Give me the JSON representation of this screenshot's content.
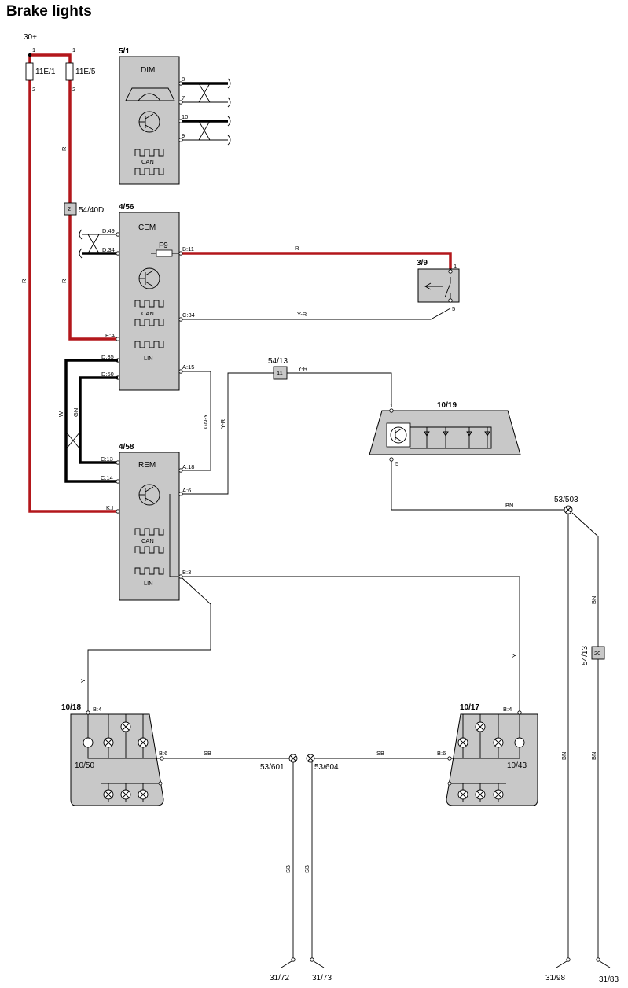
{
  "title": "Brake lights",
  "supply": {
    "label": "30+"
  },
  "fuses": [
    {
      "id": "11E/1",
      "pin_in": "1",
      "pin_out": "2"
    },
    {
      "id": "11E/5",
      "pin_in": "1",
      "pin_out": "2"
    }
  ],
  "connectors": {
    "c54_40d": {
      "id": "54/40D",
      "pin": "2"
    },
    "c54_13a": {
      "id": "54/13",
      "pin": "11"
    },
    "c54_13b": {
      "id": "54/13",
      "pin": "20"
    }
  },
  "modules": {
    "dim": {
      "id": "5/1",
      "name": "DIM",
      "can": "CAN",
      "pins": [
        "8",
        "7",
        "10",
        "9"
      ]
    },
    "cem": {
      "id": "4/56",
      "name": "CEM",
      "fuse": "F9",
      "can": "CAN",
      "lin": "LIN",
      "pins": [
        "D:49",
        "D:34",
        "B:11",
        "C:34",
        "E:A",
        "D:35",
        "D:50",
        "A:15"
      ]
    },
    "rem": {
      "id": "4/58",
      "name": "REM",
      "can": "CAN",
      "lin": "LIN",
      "pins": [
        "C:13",
        "C:14",
        "K:I",
        "A:18",
        "A:6",
        "B:3"
      ]
    },
    "switch": {
      "id": "3/9",
      "pins": [
        "1",
        "5"
      ]
    },
    "hmsl": {
      "id": "10/19",
      "pins": [
        "1",
        "5"
      ]
    },
    "lamp_left": {
      "id": "10/18",
      "sub": "10/50",
      "pins": [
        "B:4",
        "B:6"
      ]
    },
    "lamp_right": {
      "id": "10/17",
      "sub": "10/43",
      "pins": [
        "B:4",
        "B:6"
      ]
    }
  },
  "wire_colors": {
    "r": "R",
    "yr": "Y-R",
    "gny": "GN-Y",
    "w": "W",
    "gn": "GN",
    "y": "Y",
    "sb": "SB",
    "bn": "BN"
  },
  "grounds": {
    "splices": [
      "53/503",
      "53/601",
      "53/604"
    ],
    "points": [
      "31/72",
      "31/73",
      "31/98",
      "31/83"
    ]
  },
  "colors": {
    "supply_wire": "#b3171b",
    "component_fill": "#c8c8c8"
  }
}
